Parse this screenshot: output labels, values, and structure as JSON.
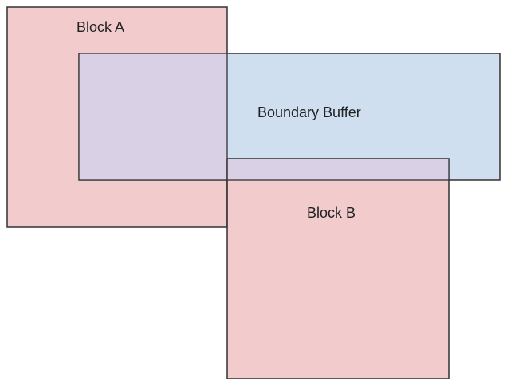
{
  "diagram": {
    "nodes": [
      {
        "id": "block-a",
        "label": "Block A",
        "fill": "#f2cccd",
        "overlap_fill": "#dad0e6"
      },
      {
        "id": "buffer",
        "label": "Boundary Buffer",
        "fill": "#cfdff0"
      },
      {
        "id": "block-b",
        "label": "Block B",
        "fill": "#f2cccd",
        "overlap_fill": "#dad0e6"
      }
    ],
    "stroke_color": "#333333"
  }
}
